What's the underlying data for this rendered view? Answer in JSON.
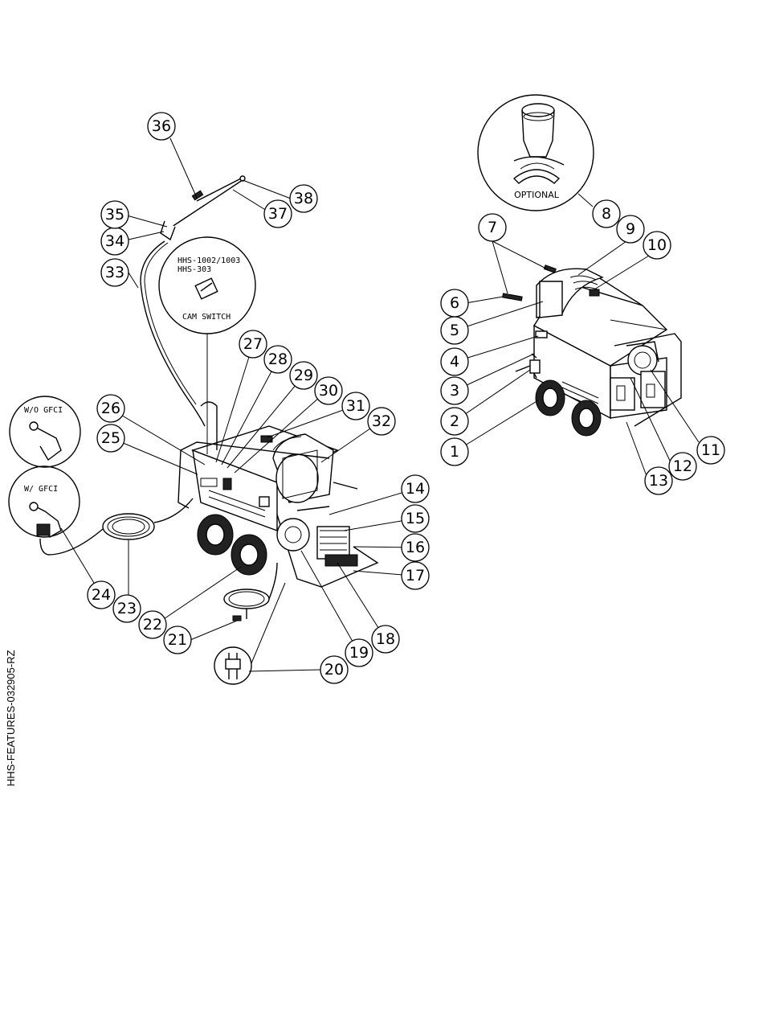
{
  "side_label": "HHS-FEATURES-032905-RZ",
  "insets": {
    "optional": "OPTIONAL",
    "cam_switch_models_1": "HHS-1002/1003",
    "cam_switch_models_2": "HHS-303",
    "cam_switch": "CAM SWITCH",
    "wo_gfci": "W/O GFCI",
    "w_gfci": "W/ GFCI"
  },
  "callouts": {
    "c1": "1",
    "c2": "2",
    "c3": "3",
    "c4": "4",
    "c5": "5",
    "c6": "6",
    "c7": "7",
    "c8": "8",
    "c9": "9",
    "c10": "10",
    "c11": "11",
    "c12": "12",
    "c13": "13",
    "c14": "14",
    "c15": "15",
    "c16": "16",
    "c17": "17",
    "c18": "18",
    "c19": "19",
    "c20": "20",
    "c21": "21",
    "c22": "22",
    "c23": "23",
    "c24": "24",
    "c25": "25",
    "c26": "26",
    "c27": "27",
    "c28": "28",
    "c29": "29",
    "c30": "30",
    "c31": "31",
    "c32": "32",
    "c33": "33",
    "c34": "34",
    "c35": "35",
    "c36": "36",
    "c37": "37",
    "c38": "38"
  }
}
